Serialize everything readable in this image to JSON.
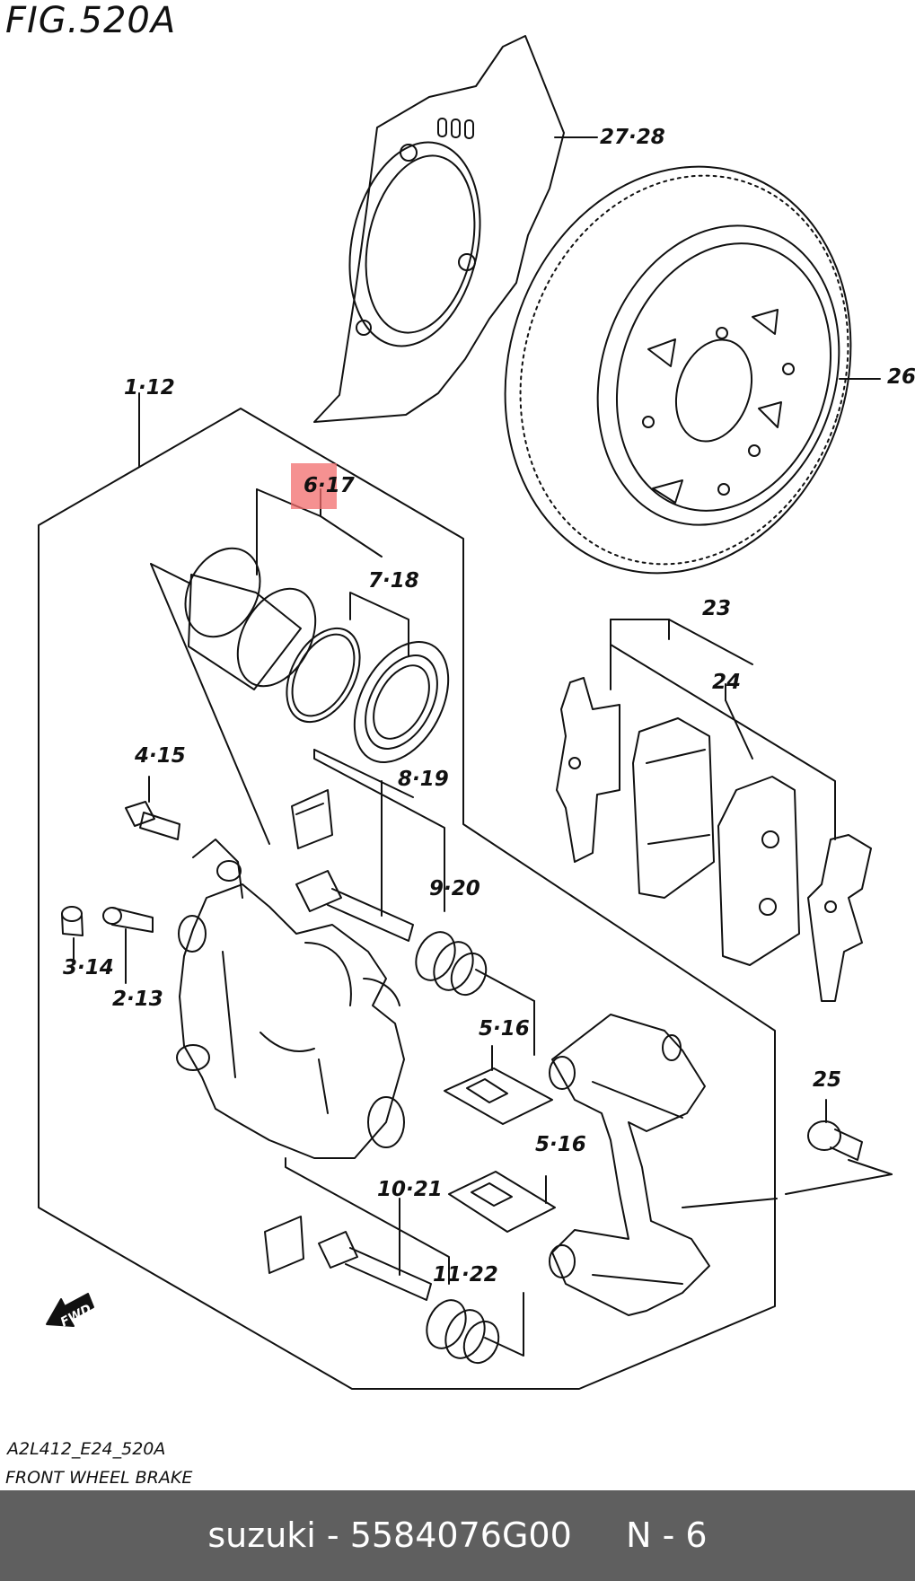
{
  "figure": {
    "title": "FIG.520A",
    "code": "A2L412_E24_520A",
    "subtitle": "FRONT WHEEL BRAKE",
    "fwd_label": "FWD"
  },
  "callouts": [
    {
      "id": "c-27-28",
      "text": "27·28"
    },
    {
      "id": "c-26",
      "text": "26"
    },
    {
      "id": "c-1-12",
      "text": "1·12"
    },
    {
      "id": "c-6-17",
      "text": "6·17",
      "highlighted": true
    },
    {
      "id": "c-7-18",
      "text": "7·18"
    },
    {
      "id": "c-23",
      "text": "23"
    },
    {
      "id": "c-24",
      "text": "24"
    },
    {
      "id": "c-4-15",
      "text": "4·15"
    },
    {
      "id": "c-8-19",
      "text": "8·19"
    },
    {
      "id": "c-9-20",
      "text": "9·20"
    },
    {
      "id": "c-3-14",
      "text": "3·14"
    },
    {
      "id": "c-2-13",
      "text": "2·13"
    },
    {
      "id": "c-5-16a",
      "text": "5·16"
    },
    {
      "id": "c-25",
      "text": "25"
    },
    {
      "id": "c-5-16b",
      "text": "5·16"
    },
    {
      "id": "c-10-21",
      "text": "10·21"
    },
    {
      "id": "c-11-22",
      "text": "11·22"
    }
  ],
  "highlight_color": "#f26c6c",
  "footer": {
    "text": "suzuki - 5584076G00     N - 6",
    "background": "#5f5f5f",
    "color": "#ffffff"
  }
}
